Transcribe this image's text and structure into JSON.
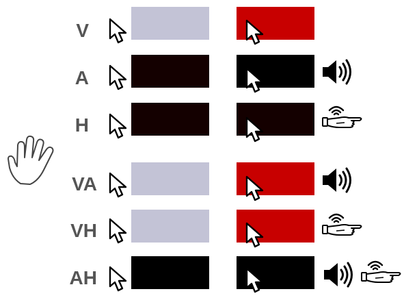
{
  "conditions": [
    {
      "label": "V",
      "idle_color": "#c3c3d6",
      "active_color": "#c80000",
      "feedback": []
    },
    {
      "label": "A",
      "idle_color": "#140000",
      "active_color": "#000000",
      "feedback": [
        "speaker-icon"
      ]
    },
    {
      "label": "H",
      "idle_color": "#140000",
      "active_color": "#140000",
      "feedback": [
        "vibration-hand-icon"
      ]
    },
    {
      "label": "VA",
      "idle_color": "#c3c3d6",
      "active_color": "#c80000",
      "feedback": [
        "speaker-icon"
      ]
    },
    {
      "label": "VH",
      "idle_color": "#c3c3d6",
      "active_color": "#c80000",
      "feedback": [
        "vibration-hand-icon"
      ]
    },
    {
      "label": "AH",
      "idle_color": "#000000",
      "active_color": "#000000",
      "feedback": [
        "speaker-icon",
        "vibration-hand-icon"
      ]
    }
  ],
  "side_icon": "open-hand-icon",
  "cursor_icon": "mouse-pointer-icon"
}
